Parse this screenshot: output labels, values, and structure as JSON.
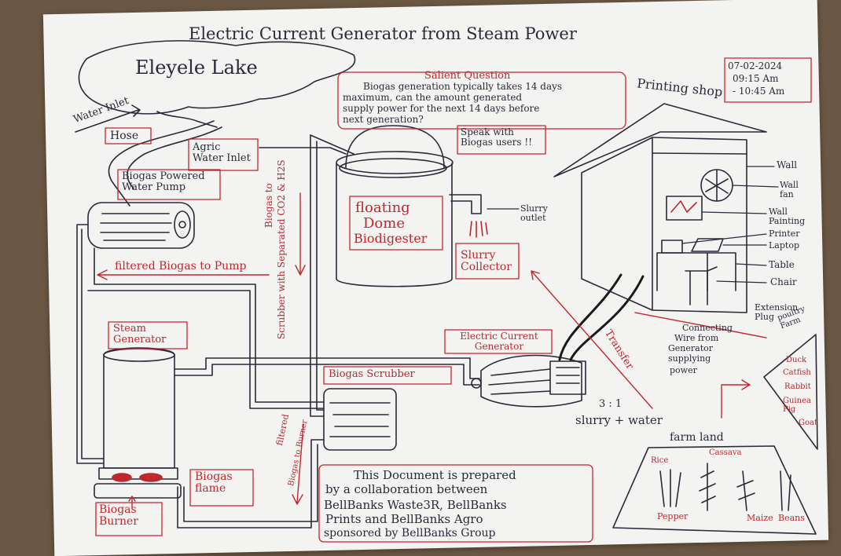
{
  "header": {
    "title": "Electric Current Generator from Steam Power",
    "date": "07-02-2024",
    "time_start": "09:15 Am",
    "time_end": "- 10:45 Am"
  },
  "lake": {
    "label": "Eleyele Lake"
  },
  "water_inlet": "Water Inlet",
  "hose": "Hose",
  "agric_water_inlet": "Agric Water Inlet",
  "pump": {
    "label": "Biogas Powered Water Pump"
  },
  "question": {
    "heading": "Salient Question",
    "text_lines": [
      "Biogas generation typically takes 14 days",
      "maximum, can the amount generated",
      "supply power for the next 14 days before",
      "next generation?"
    ]
  },
  "speak": "Speak with Biogas users !!",
  "printing_shop": {
    "title": "Printing shop",
    "parts": [
      "Wall",
      "Wall fan",
      "Wall Painting",
      "Printer",
      "Laptop",
      "Table",
      "Chair",
      "Extension Plug"
    ]
  },
  "digester": {
    "label_lines": [
      "floating",
      "Dome",
      "Biodigester"
    ]
  },
  "slurry_outlet": "Slurry outlet",
  "slurry_collector": "Slurry Collector",
  "scrubber_pipe_label": [
    "Biogas to",
    "Scrubber with Separated CO2 & H2S"
  ],
  "filtered_to_pump": "filtered Biogas to Pump",
  "steam_generator": "Steam Generator",
  "biogas_scrubber": "Biogas Scrubber",
  "electric_generator": "Electric Current Generator",
  "connecting_wire": [
    "Connecting",
    "Wire from",
    "Generator",
    "supplying",
    "power"
  ],
  "transfer": "Transfer",
  "ratio": {
    "numbers": "3 : 1",
    "items": "slurry + water"
  },
  "filtered_to_burner": [
    "filtered",
    "Biogas to Burner"
  ],
  "biogas_flame": "Biogas flame",
  "biogas_burner": "Biogas Burner",
  "note_lines": [
    "This Document is prepared",
    "by a collaboration between",
    "BellBanks Waste3R, BellBanks",
    "Prints and BellBanks Agro",
    "sponsored by BellBanks Group"
  ],
  "poultry": {
    "title": "poultry Farm",
    "items": [
      "Duck",
      "Catfish",
      "Rabbit",
      "Guinea Pig",
      "Goat"
    ]
  },
  "farm": {
    "title": "farm land",
    "crops": [
      "Rice",
      "Cassava",
      "Pepper",
      "Maize",
      "Beans"
    ]
  },
  "colors": {
    "ink": "#2a2a3a",
    "red": "#c0272d",
    "paper": "#f3f3f1"
  }
}
